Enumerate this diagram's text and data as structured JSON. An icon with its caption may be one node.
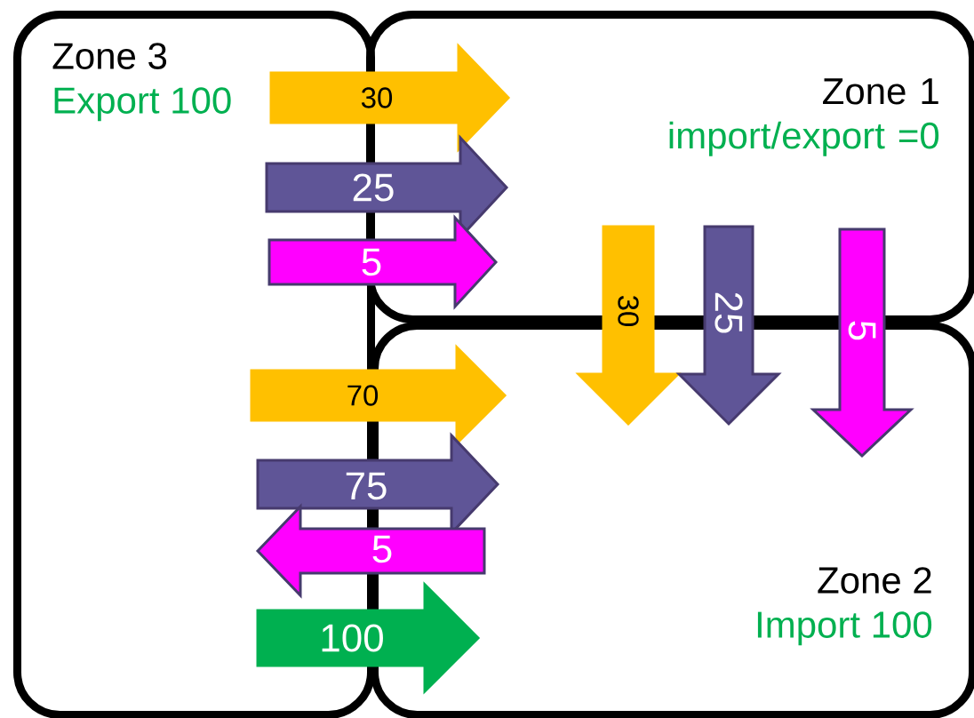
{
  "diagram": {
    "nodes": [
      {
        "text": [
          "Zone 3",
          "Export 100"
        ]
      },
      {
        "text": [
          "Zone 1",
          "import/export =0"
        ]
      },
      {
        "text": [
          "Zone 2",
          "Import 100"
        ]
      }
    ],
    "edges": [
      {
        "from": 0,
        "to": 1,
        "arrow": "to",
        "label": "30",
        "color": "#ffc000"
      },
      {
        "from": 0,
        "to": 1,
        "arrow": "to",
        "label": "25",
        "color": "#5f5597"
      },
      {
        "from": 0,
        "to": 1,
        "arrow": "to",
        "label": "5",
        "color": "#ff00ff"
      },
      {
        "from": 1,
        "to": 2,
        "arrow": "to",
        "label": "30",
        "color": "#ffc000"
      },
      {
        "from": 1,
        "to": 2,
        "arrow": "to",
        "label": "25",
        "color": "#5f5597"
      },
      {
        "from": 1,
        "to": 2,
        "arrow": "to",
        "label": "5",
        "color": "#ff00ff"
      },
      {
        "from": 0,
        "to": 2,
        "arrow": "to",
        "label": "70",
        "color": "#ffc000"
      },
      {
        "from": 0,
        "to": 2,
        "arrow": "to",
        "label": "75",
        "color": "#5f5597"
      },
      {
        "from": 2,
        "to": 0,
        "arrow": "to",
        "label": "5",
        "color": "#ff00ff"
      },
      {
        "from": 0,
        "to": 2,
        "arrow": "to",
        "label": "100",
        "color": "#00b050"
      }
    ]
  }
}
